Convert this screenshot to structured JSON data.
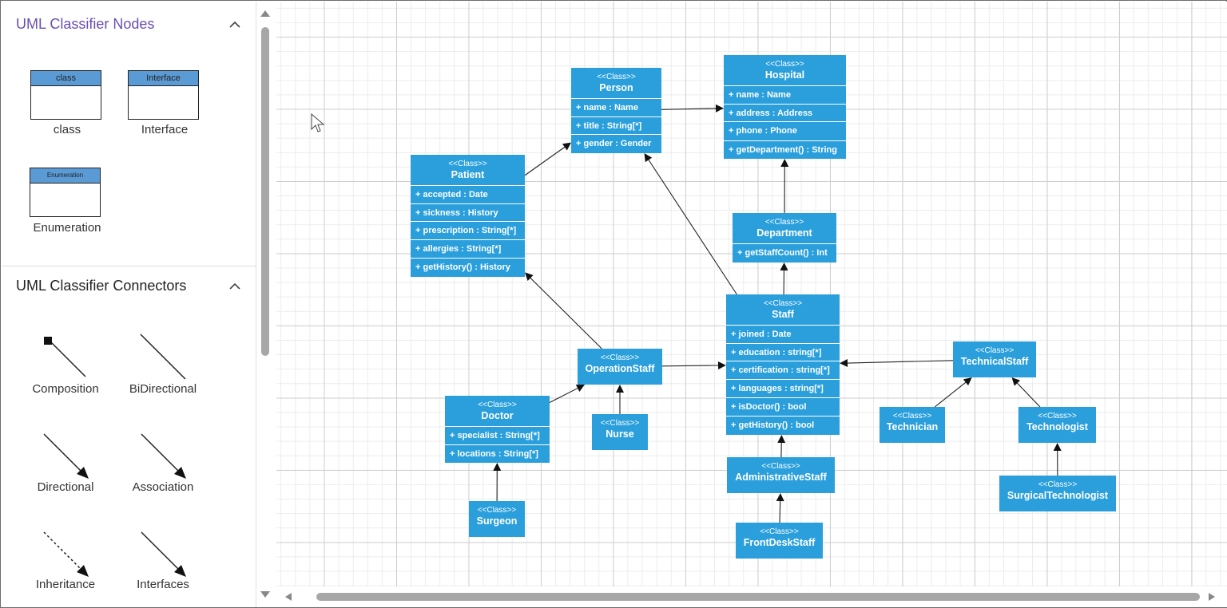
{
  "palette": {
    "nodes_section": {
      "title": "UML Classifier Nodes",
      "items": [
        {
          "label": "class",
          "header": "class"
        },
        {
          "label": "Interface",
          "header": "Interface"
        },
        {
          "label": "Enumeration",
          "header": "Enumeration"
        }
      ]
    },
    "connectors_section": {
      "title": "UML Classifier Connectors",
      "items": [
        {
          "label": "Composition"
        },
        {
          "label": "BiDirectional"
        },
        {
          "label": "Directional"
        },
        {
          "label": "Association"
        },
        {
          "label": "Inheritance"
        },
        {
          "label": "Interfaces"
        }
      ]
    },
    "title_color": "#6a4fb3",
    "header_color": "#5b9bd5"
  },
  "diagram": {
    "node_color": "#2a9fdc",
    "nodes": {
      "person": {
        "stereotype": "<<Class>>",
        "name": "Person",
        "attributes": [
          "+ name : Name",
          "+ title : String[*]",
          "+ gender : Gender"
        ],
        "methods": []
      },
      "hospital": {
        "stereotype": "<<Class>>",
        "name": "Hospital",
        "attributes": [
          "+ name : Name",
          "+ address : Address",
          "+ phone : Phone"
        ],
        "methods": [
          "+ getDepartment() : String"
        ]
      },
      "patient": {
        "stereotype": "<<Class>>",
        "name": "Patient",
        "attributes": [
          "+ accepted : Date",
          "+ sickness : History",
          "+ prescription : String[*]",
          "+ allergies : String[*]"
        ],
        "methods": [
          "+ getHistory() : History"
        ]
      },
      "department": {
        "stereotype": "<<Class>>",
        "name": "Department",
        "attributes": [],
        "methods": [
          "+ getStaffCount() : Int"
        ]
      },
      "staff": {
        "stereotype": "<<Class>>",
        "name": "Staff",
        "attributes": [
          "+ joined : Date",
          "+ education : string[*]",
          "+ certification : string[*]",
          "+ languages : string[*]"
        ],
        "methods": [
          "+ isDoctor() : bool",
          "+ getHistory() : bool"
        ]
      },
      "operation_staff": {
        "stereotype": "<<Class>>",
        "name": "OperationStaff"
      },
      "doctor": {
        "stereotype": "<<Class>>",
        "name": "Doctor",
        "attributes": [
          "+ specialist : String[*]",
          "+ locations : String[*]"
        ],
        "methods": []
      },
      "nurse": {
        "stereotype": "<<Class>>",
        "name": "Nurse"
      },
      "surgeon": {
        "stereotype": "<<Class>>",
        "name": "Surgeon"
      },
      "technical_staff": {
        "stereotype": "<<Class>>",
        "name": "TechnicalStaff"
      },
      "technician": {
        "stereotype": "<<Class>>",
        "name": "Technician"
      },
      "technologist": {
        "stereotype": "<<Class>>",
        "name": "Technologist"
      },
      "surgical_technologist": {
        "stereotype": "<<Class>>",
        "name": "SurgicalTechnologist"
      },
      "administrative_staff": {
        "stereotype": "<<Class>>",
        "name": "AdministrativeStaff"
      },
      "front_desk_staff": {
        "stereotype": "<<Class>>",
        "name": "FrontDeskStaff"
      }
    },
    "edges": [
      {
        "from": "person",
        "to": "hospital"
      },
      {
        "from": "patient",
        "to": "person"
      },
      {
        "from": "staff",
        "to": "person"
      },
      {
        "from": "department",
        "to": "hospital"
      },
      {
        "from": "staff",
        "to": "department"
      },
      {
        "from": "operation_staff",
        "to": "patient"
      },
      {
        "from": "operation_staff",
        "to": "staff"
      },
      {
        "from": "doctor",
        "to": "operation_staff"
      },
      {
        "from": "nurse",
        "to": "operation_staff"
      },
      {
        "from": "surgeon",
        "to": "doctor"
      },
      {
        "from": "technical_staff",
        "to": "staff"
      },
      {
        "from": "technician",
        "to": "technical_staff"
      },
      {
        "from": "technologist",
        "to": "technical_staff"
      },
      {
        "from": "surgical_technologist",
        "to": "technologist"
      },
      {
        "from": "administrative_staff",
        "to": "staff"
      },
      {
        "from": "front_desk_staff",
        "to": "administrative_staff"
      }
    ]
  }
}
